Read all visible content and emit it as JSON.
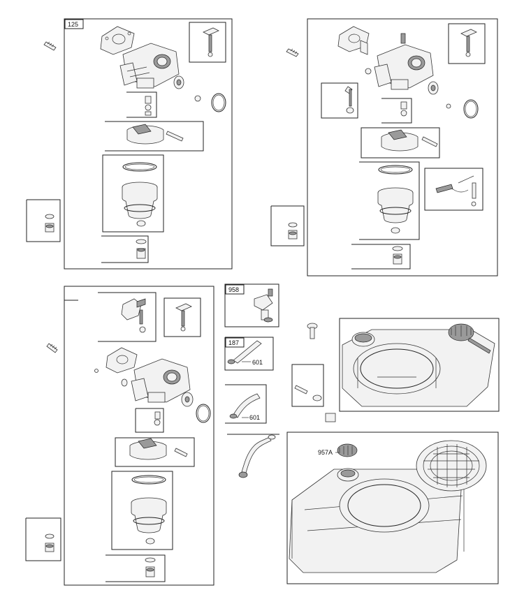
{
  "diagram": {
    "callouts": {
      "carb_kit_top_left": "125",
      "choke_link": "958",
      "fuel_line_clamp": "187",
      "clamp_upper": "601",
      "clamp_lower": "601",
      "fuel_cap": "957A"
    }
  }
}
